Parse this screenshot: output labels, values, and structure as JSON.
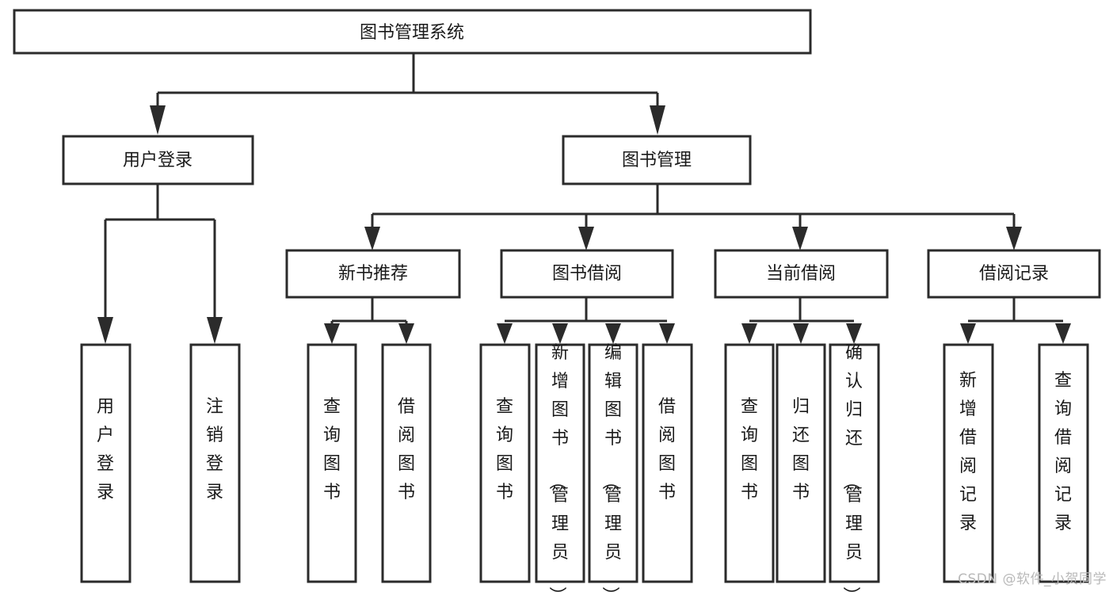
{
  "diagram": {
    "title": "图书管理系统",
    "type": "tree-hierarchy-diagram",
    "orientation": "top-down",
    "colors": {
      "background": "#ffffff",
      "box_fill": "#ffffff",
      "box_stroke": "#2b2b2b",
      "connector": "#2b2b2b",
      "text": "#1a1a1a",
      "watermark": "#b9b9b9"
    },
    "root": {
      "label": "图书管理系统"
    },
    "level2": [
      {
        "label": "用户登录"
      },
      {
        "label": "图书管理"
      }
    ],
    "level3": [
      {
        "label": "新书推荐"
      },
      {
        "label": "图书借阅"
      },
      {
        "label": "当前借阅"
      },
      {
        "label": "借阅记录"
      }
    ],
    "leaves": {
      "user_login": [
        {
          "label": "用户登录"
        },
        {
          "label": "注销登录"
        }
      ],
      "new_book_recommend": [
        {
          "label": "查询图书"
        },
        {
          "label": "借阅图书"
        }
      ],
      "book_borrow": [
        {
          "label": "查询图书"
        },
        {
          "label": "新增图书（管理员）"
        },
        {
          "label": "编辑图书（管理员）"
        },
        {
          "label": "借阅图书"
        }
      ],
      "current_borrow": [
        {
          "label": "查询图书"
        },
        {
          "label": "归还图书"
        },
        {
          "label": "确认归还（管理员）"
        }
      ],
      "borrow_record": [
        {
          "label": "新增借阅记录"
        },
        {
          "label": "查询借阅记录"
        }
      ]
    }
  },
  "watermark": {
    "text": "CSDN @软件_小贺同学"
  }
}
